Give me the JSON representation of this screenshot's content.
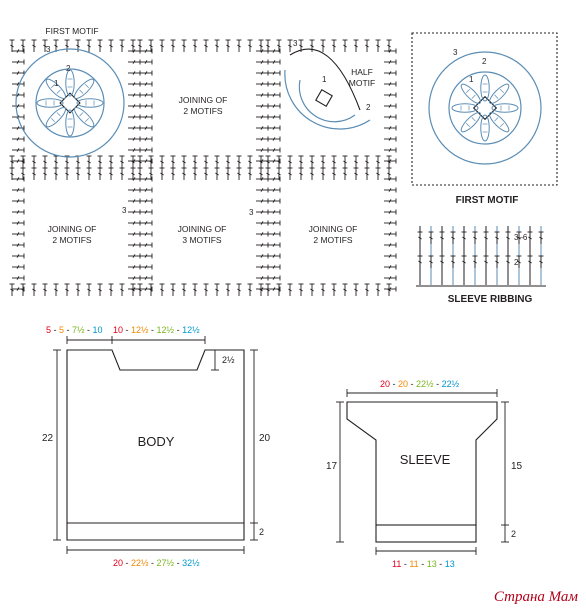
{
  "colors": {
    "ink": "#231f20",
    "motif_blue": "#5b8db5",
    "size1": "#e3001b",
    "size2": "#f18a00",
    "size3": "#7ab51d",
    "size4": "#7c3f98",
    "size5": "#0096cf",
    "watermark": "#b3001b"
  },
  "chart": {
    "first_motif": "FIRST MOTIF",
    "joining_2_a": [
      "JOINING OF",
      "2 MOTIFS"
    ],
    "joining_2_b": [
      "JOINING OF",
      "2 MOTIFS"
    ],
    "joining_3": [
      "JOINING OF",
      "3 MOTIFS"
    ],
    "joining_2_c": [
      "JOINING OF",
      "2 MOTIFS"
    ],
    "half_motif": [
      "HALF",
      "MOTIF"
    ],
    "first_motif_big": "FIRST MOTIF",
    "sleeve_ribbing": "SLEEVE RIBBING",
    "round_labels": {
      "r1": "1",
      "r2": "2",
      "r3": "3",
      "ribbing_r2": "2",
      "ribbing_r36": "3–6"
    }
  },
  "body": {
    "label": "BODY",
    "shoulder": [
      "5",
      "5",
      "7½",
      "10"
    ],
    "neck": [
      "10",
      "12½",
      "12½",
      "12½"
    ],
    "neck_depth": "2½",
    "left_height": "22",
    "right_height": "20",
    "rib": "2",
    "width": [
      "20",
      "22½",
      "27½",
      "32½"
    ]
  },
  "sleeve": {
    "label": "SLEEVE",
    "top": [
      "20",
      "20",
      "22½",
      "22½"
    ],
    "left_height": "17",
    "right_height": "15",
    "rib": "2",
    "bottom": [
      "11",
      "11",
      "13",
      "13"
    ]
  },
  "watermark": "Страна Мам"
}
